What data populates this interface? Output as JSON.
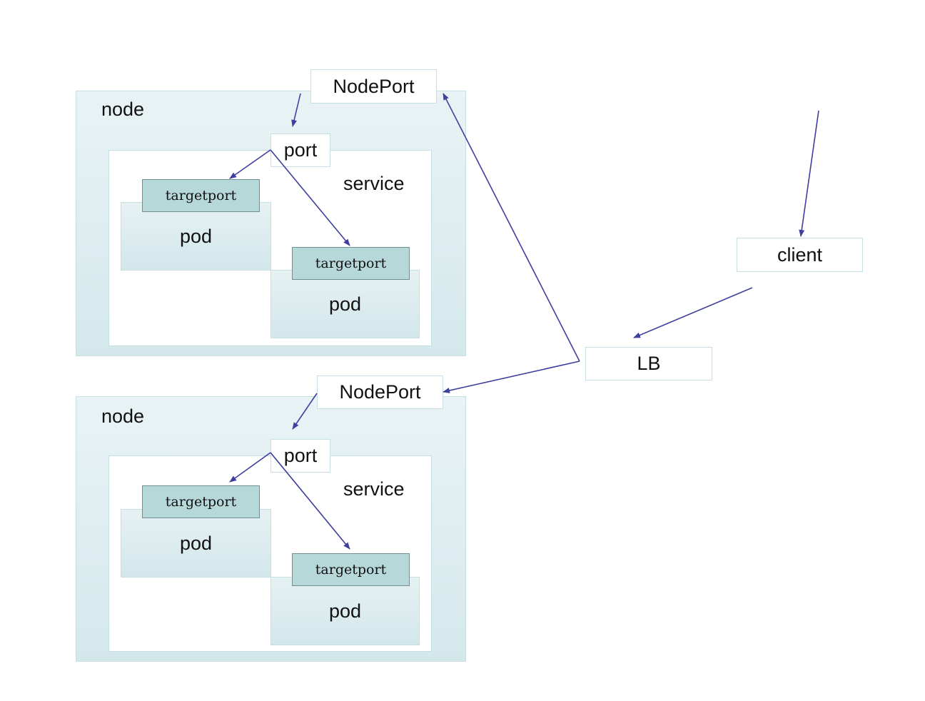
{
  "nodes": [
    {
      "label": "node",
      "nodeport": "NodePort",
      "port": "port",
      "service": "service",
      "pods": [
        {
          "targetport": "targetport",
          "label": "pod"
        },
        {
          "targetport": "targetport",
          "label": "pod"
        }
      ]
    },
    {
      "label": "node",
      "nodeport": "NodePort",
      "port": "port",
      "service": "service",
      "pods": [
        {
          "targetport": "targetport",
          "label": "pod"
        },
        {
          "targetport": "targetport",
          "label": "pod"
        }
      ]
    }
  ],
  "client": "client",
  "lb": "LB",
  "colors": {
    "arrow": "#3f3f9f",
    "node_fill": "#dcecef",
    "targetport_fill": "#b7d8d9"
  }
}
